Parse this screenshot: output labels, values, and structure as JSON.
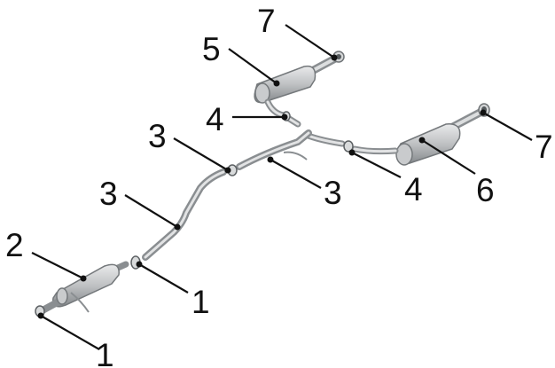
{
  "colors": {
    "background": "#ffffff",
    "metal": "#bfc1c3",
    "metal_dark": "#7f8386",
    "metal_light": "#eceded",
    "leader": "#111111"
  },
  "callouts": [
    {
      "id": "c1a",
      "label": "1"
    },
    {
      "id": "c1b",
      "label": "1"
    },
    {
      "id": "c2",
      "label": "2"
    },
    {
      "id": "c3a",
      "label": "3"
    },
    {
      "id": "c3b",
      "label": "3"
    },
    {
      "id": "c3c",
      "label": "3"
    },
    {
      "id": "c4a",
      "label": "4"
    },
    {
      "id": "c4b",
      "label": "4"
    },
    {
      "id": "c5",
      "label": "5"
    },
    {
      "id": "c6",
      "label": "6"
    },
    {
      "id": "c7a",
      "label": "7"
    },
    {
      "id": "c7b",
      "label": "7"
    }
  ]
}
